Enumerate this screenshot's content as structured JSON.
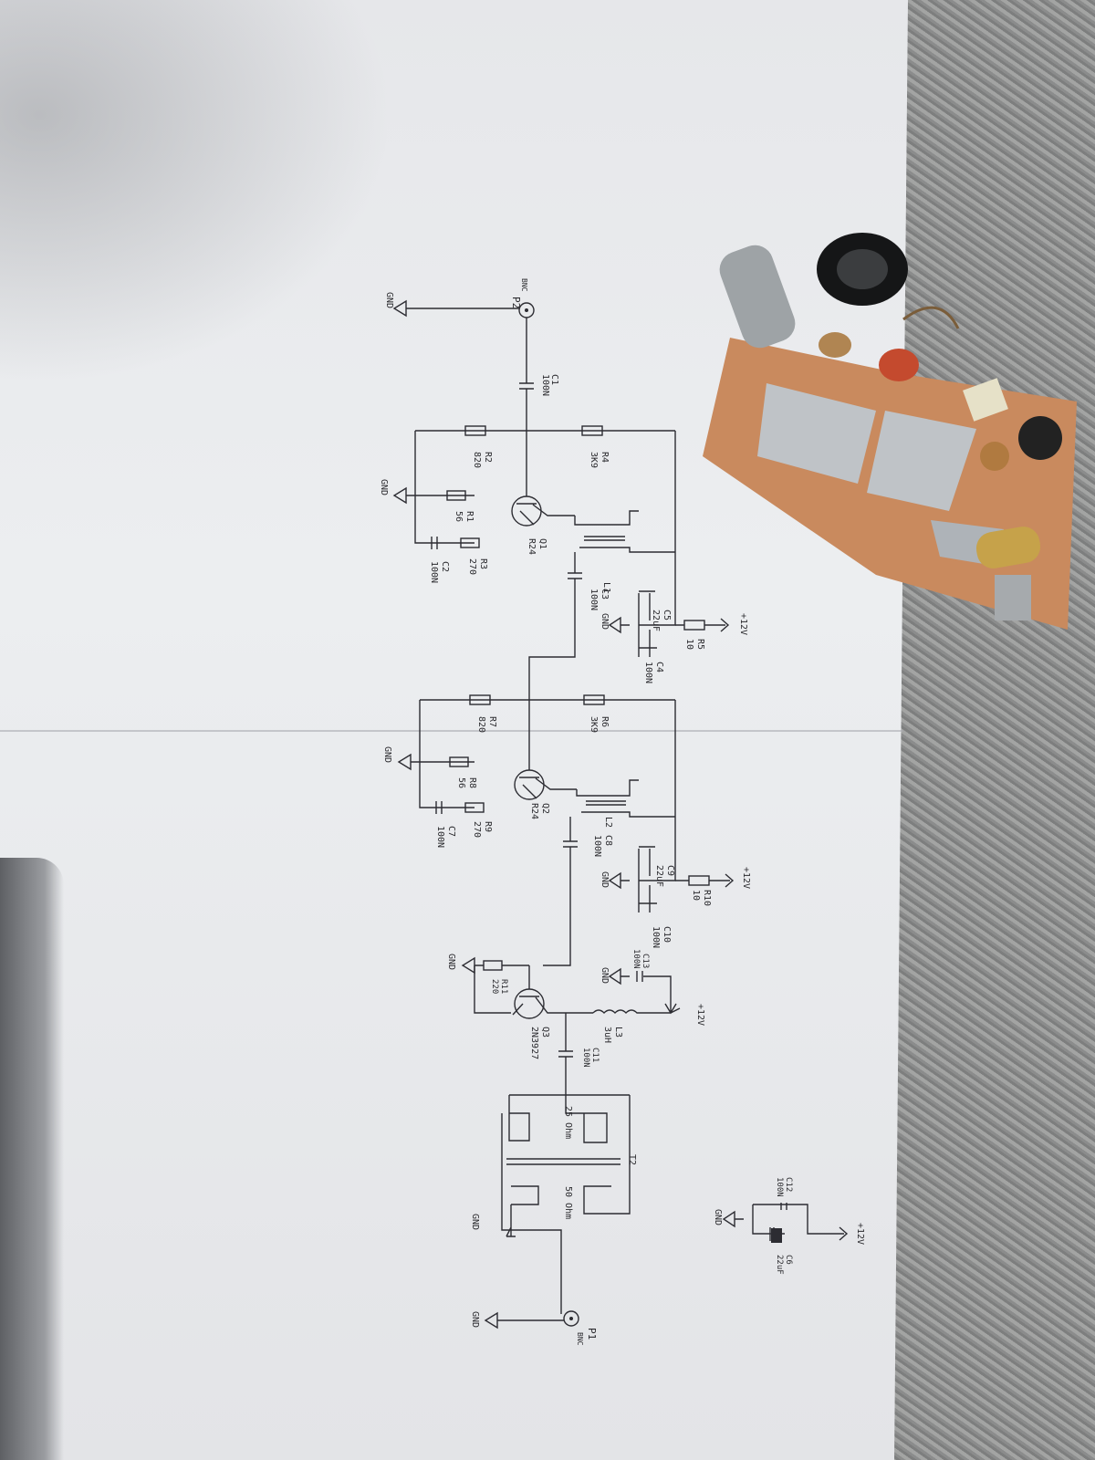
{
  "schematic": {
    "gnd": "GND",
    "vcc": "+12V",
    "P2": {
      "ref": "P2",
      "type": "BNC"
    },
    "P1": {
      "ref": "P1",
      "type": "BNC"
    },
    "C1": {
      "ref": "C1",
      "val": "100N"
    },
    "R4": {
      "ref": "R4",
      "val": "3K9"
    },
    "R2": {
      "ref": "R2",
      "val": "820"
    },
    "R1": {
      "ref": "R1",
      "val": "56"
    },
    "R3": {
      "ref": "R3",
      "val": "270"
    },
    "C2": {
      "ref": "C2",
      "val": "100N"
    },
    "Q1": {
      "ref": "Q1",
      "val": "R24"
    },
    "L1": {
      "ref": "L1"
    },
    "C3": {
      "ref": "C3",
      "val": "100N"
    },
    "C5": {
      "ref": "C5",
      "val": "22uF"
    },
    "R5": {
      "ref": "R5",
      "val": "10"
    },
    "C4": {
      "ref": "C4",
      "val": "100N"
    },
    "R7": {
      "ref": "R7",
      "val": "820"
    },
    "R6": {
      "ref": "R6",
      "val": "3K9"
    },
    "R8": {
      "ref": "R8",
      "val": "56"
    },
    "R9": {
      "ref": "R9",
      "val": "270"
    },
    "C7": {
      "ref": "C7",
      "val": "100N"
    },
    "Q2": {
      "ref": "Q2",
      "val": "R24"
    },
    "L2": {
      "ref": "L2"
    },
    "C8": {
      "ref": "C8",
      "val": "100N"
    },
    "C9": {
      "ref": "C9",
      "val": "22uF"
    },
    "R10": {
      "ref": "R10",
      "val": "10"
    },
    "C10": {
      "ref": "C10",
      "val": "100N"
    },
    "C13": {
      "ref": "C13",
      "val": "100N"
    },
    "R11": {
      "ref": "R11",
      "val": "220"
    },
    "Q3": {
      "ref": "Q3",
      "val": "2N3927"
    },
    "L3": {
      "ref": "L3",
      "val": "3uH"
    },
    "C11": {
      "ref": "C11",
      "val": "100N"
    },
    "T2": {
      "ref": "T2",
      "sec": "25 Ohm",
      "pri": "50 Ohm"
    },
    "C12": {
      "ref": "C12",
      "val": "100N"
    },
    "C6": {
      "ref": "C6",
      "val": "22uF"
    }
  },
  "colors": {
    "ink": "#2a2a2e",
    "copper": "#c98a5e",
    "solder": "#c9ccd0",
    "metal": "#8f9090"
  }
}
